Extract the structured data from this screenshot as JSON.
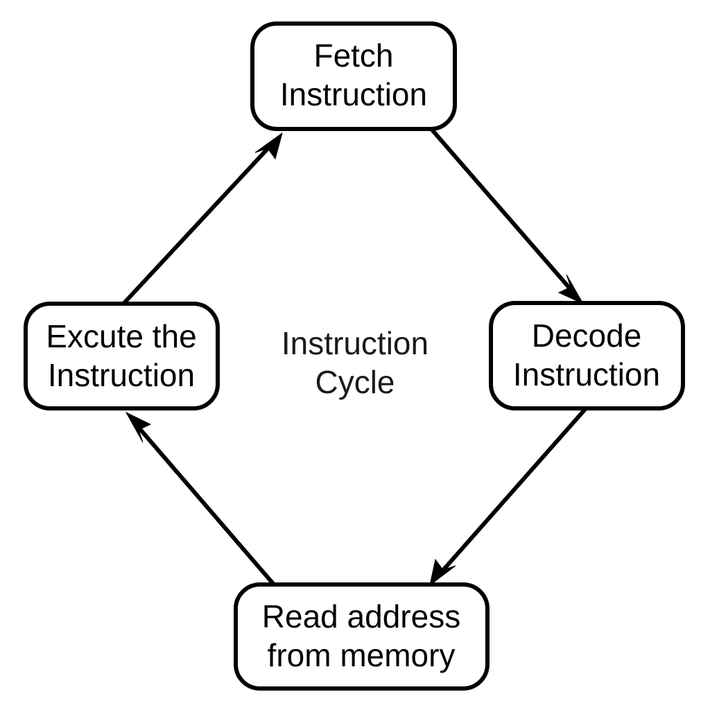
{
  "diagram": {
    "title": "Instruction Cycle",
    "center_label": {
      "line1": "Instruction",
      "line2": "Cycle"
    },
    "style": {
      "background": "#ffffff",
      "stroke": "#000000",
      "fill": "#ffffff",
      "text": "#000000",
      "stroke_width": 6,
      "corner_radius": 35,
      "font_size": 46
    },
    "nodes": [
      {
        "id": "fetch-instruction",
        "position": "top",
        "line1": "Fetch",
        "line2": "Instruction"
      },
      {
        "id": "decode-instruction",
        "position": "right",
        "line1": "Decode",
        "line2": "Instruction"
      },
      {
        "id": "read-address-from-memory",
        "position": "bottom",
        "line1": "Read address",
        "line2": "from memory"
      },
      {
        "id": "excute-the-instruction",
        "position": "left",
        "line1": "Excute the",
        "line2": "Instruction"
      }
    ],
    "edges": [
      {
        "id": "fetch-to-decode",
        "from": "fetch-instruction",
        "to": "decode-instruction",
        "direction": "down-right"
      },
      {
        "id": "decode-to-read",
        "from": "decode-instruction",
        "to": "read-address-from-memory",
        "direction": "down-left"
      },
      {
        "id": "read-to-excute",
        "from": "read-address-from-memory",
        "to": "excute-the-instruction",
        "direction": "up-left"
      },
      {
        "id": "excute-to-fetch",
        "from": "excute-the-instruction",
        "to": "fetch-instruction",
        "direction": "up-right"
      }
    ]
  }
}
